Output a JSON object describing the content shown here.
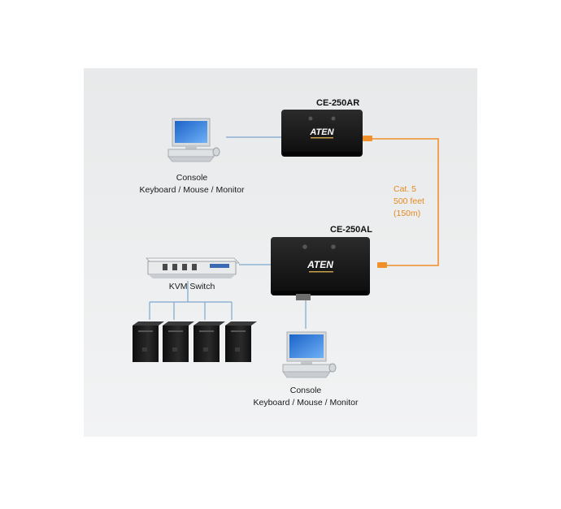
{
  "devices": {
    "remote_unit": {
      "model": "CE-250AR",
      "brand": "ATEN"
    },
    "local_unit": {
      "model": "CE-250AL",
      "brand": "ATEN"
    }
  },
  "cable": {
    "line1": "Cat. 5",
    "line2": "500 feet",
    "line3": "(150m)"
  },
  "remote_console": {
    "title": "Console",
    "subtitle": "Keyboard / Mouse / Monitor"
  },
  "local_console": {
    "title": "Console",
    "subtitle": "Keyboard / Mouse / Monitor"
  },
  "kvm_switch": {
    "label": "KVM Switch"
  },
  "colors": {
    "panel": "#e9ebec",
    "cable_orange": "#f0902a",
    "connector_blue": "#7ea7cf",
    "device_black": "#141414",
    "pc_case": "#1b1b1b"
  }
}
